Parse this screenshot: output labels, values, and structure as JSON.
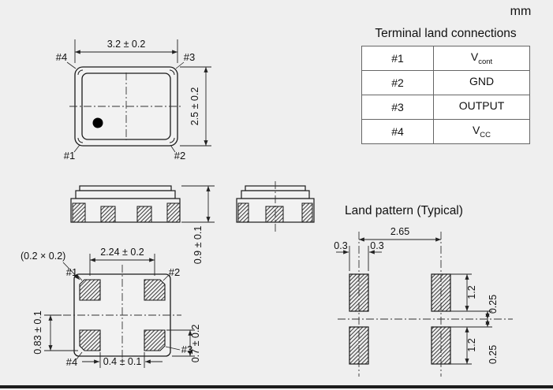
{
  "units_label": "mm",
  "terminal_table": {
    "title": "Terminal land connections",
    "rows": [
      {
        "pin": "#1",
        "signal_main": "V",
        "signal_sub": "cont"
      },
      {
        "pin": "#2",
        "signal_main": "GND",
        "signal_sub": ""
      },
      {
        "pin": "#3",
        "signal_main": "OUTPUT",
        "signal_sub": ""
      },
      {
        "pin": "#4",
        "signal_main": "V",
        "signal_sub": "CC"
      }
    ]
  },
  "top_view": {
    "dim_width": "3.2 ± 0.2",
    "dim_height": "2.5 ± 0.2",
    "pin_top_left": "#4",
    "pin_top_right": "#3",
    "pin_bottom_left": "#1",
    "pin_bottom_right": "#2"
  },
  "side_view": {
    "dim_height": "0.9 ± 0.1"
  },
  "bottom_view": {
    "pad_corner_note": "(0.2 × 0.2)",
    "dim_pad_pitch": "2.24 ± 0.2",
    "dim_left": "0.83 ± 0.1",
    "dim_bottom": "0.4 ± 0.1",
    "dim_right": "0.7 ± 0.2",
    "pin_top_left": "#1",
    "pin_top_right": "#2",
    "pin_bottom_left": "#4",
    "pin_bottom_right": "#3"
  },
  "land_pattern": {
    "title": "Land pattern (Typical)",
    "dim_pitch": "2.65",
    "dim_half_left": "0.3",
    "dim_half_right": "0.3",
    "dim_pad_len_top": "1.2",
    "dim_offset_top": "0.25",
    "dim_pad_len_bottom": "1.2",
    "dim_offset_bottom": "0.25"
  }
}
